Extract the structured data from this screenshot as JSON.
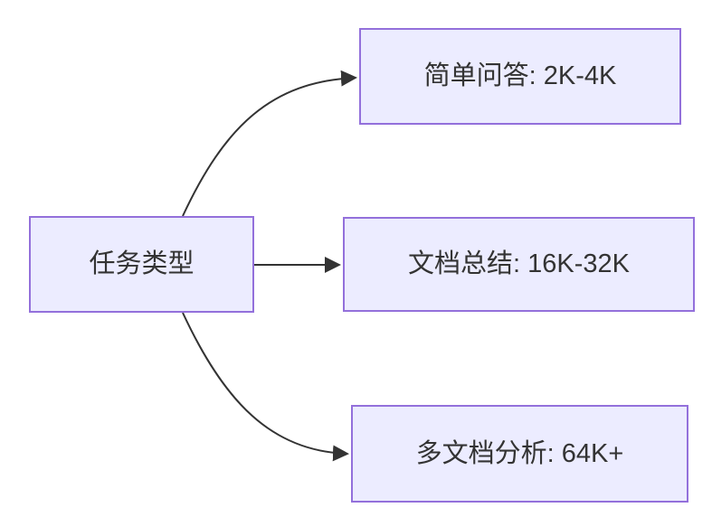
{
  "diagram": {
    "type": "flowchart",
    "direction": "LR",
    "root": {
      "id": "task-type",
      "label": "任务类型"
    },
    "children": [
      {
        "id": "simple-qa",
        "label": "简单问答: 2K-4K"
      },
      {
        "id": "doc-summary",
        "label": "文档总结: 16K-32K"
      },
      {
        "id": "multi-doc-analysis",
        "label": "多文档分析: 64K+"
      }
    ],
    "edges": [
      {
        "from": "task-type",
        "to": "simple-qa"
      },
      {
        "from": "task-type",
        "to": "doc-summary"
      },
      {
        "from": "task-type",
        "to": "multi-doc-analysis"
      }
    ],
    "colors": {
      "node_fill": "#ECECFF",
      "node_border": "#9370DB",
      "edge_stroke": "#333333",
      "text": "#333333",
      "background": "#FFFFFF"
    }
  }
}
